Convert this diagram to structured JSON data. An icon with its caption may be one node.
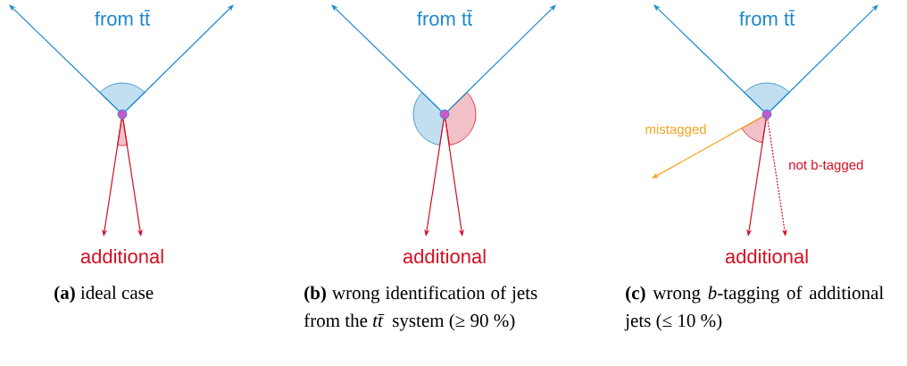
{
  "diagram": {
    "nodes": [
      {
        "text": [],
        "shape": "circle"
      },
      {
        "text": [],
        "shape": "circle"
      },
      {
        "text": [],
        "shape": "circle"
      }
    ],
    "edges": [
      {
        "from": 0,
        "to": null,
        "arrow": "to",
        "color": "#1b88cc"
      },
      {
        "from": 0,
        "to": null,
        "arrow": "to",
        "color": "#1b88cc"
      },
      {
        "from": 0,
        "to": null,
        "arrow": "to",
        "color": "#d40f23"
      },
      {
        "from": 0,
        "to": null,
        "arrow": "to",
        "color": "#d40f23"
      },
      {
        "from": 1,
        "to": null,
        "arrow": "to",
        "color": "#1b88cc"
      },
      {
        "from": 1,
        "to": null,
        "arrow": "to",
        "color": "#1b88cc"
      },
      {
        "from": 1,
        "to": null,
        "arrow": "to",
        "color": "#d40f23"
      },
      {
        "from": 1,
        "to": null,
        "arrow": "to",
        "color": "#d40f23"
      },
      {
        "from": 2,
        "to": null,
        "arrow": "to",
        "color": "#1b88cc"
      },
      {
        "from": 2,
        "to": null,
        "arrow": "to",
        "color": "#1b88cc"
      },
      {
        "from": 2,
        "to": null,
        "arrow": "to",
        "color": "#f5a31f",
        "label": "mistagged"
      },
      {
        "from": 2,
        "to": null,
        "arrow": "to",
        "color": "#d40f23"
      },
      {
        "from": 2,
        "to": null,
        "arrow": "to",
        "color": "#d40f23",
        "style": "dashed",
        "label": "not b-tagged"
      }
    ],
    "labels": [
      "from tt̄",
      "from tt̄",
      "from tt̄",
      "additional",
      "additional",
      "additional",
      "**(a)** ideal case",
      "**(b)** wrong identification of jets from the *tt̄* system (≥ 90 %)",
      "**(c)** wrong *b*-tagging of additional jets (≤ 10 %)"
    ]
  }
}
